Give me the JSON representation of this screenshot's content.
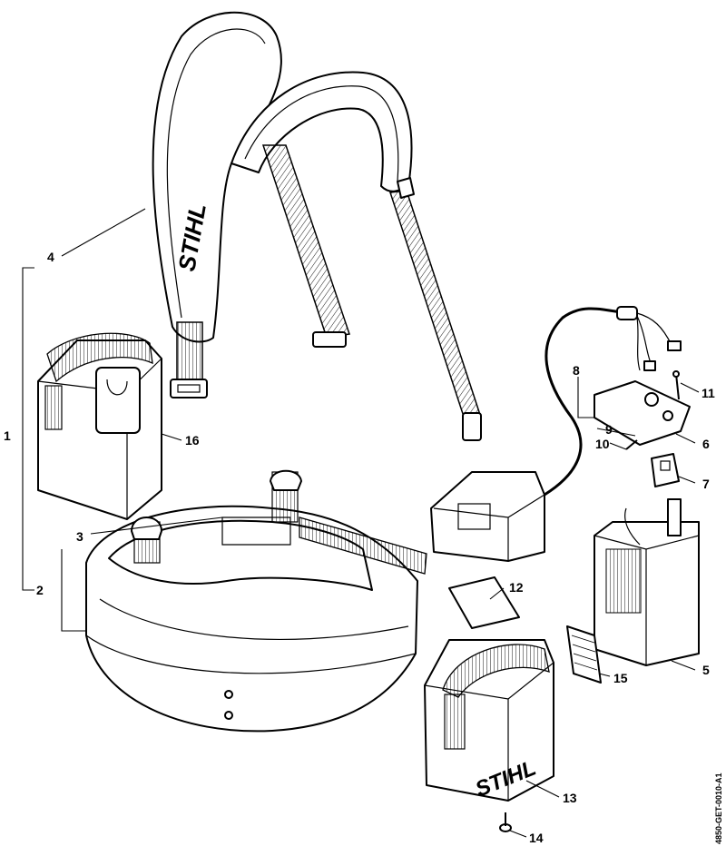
{
  "diagram": {
    "document_id": "4850-GET-0010-A1",
    "brand_mark": "STIHL",
    "callouts": [
      {
        "id": "c1",
        "text": "1"
      },
      {
        "id": "c2",
        "text": "2"
      },
      {
        "id": "c3",
        "text": "3"
      },
      {
        "id": "c4",
        "text": "4"
      },
      {
        "id": "c5",
        "text": "5"
      },
      {
        "id": "c6",
        "text": "6"
      },
      {
        "id": "c7",
        "text": "7"
      },
      {
        "id": "c8",
        "text": "8"
      },
      {
        "id": "c9",
        "text": "9"
      },
      {
        "id": "c10",
        "text": "10"
      },
      {
        "id": "c11",
        "text": "11"
      },
      {
        "id": "c12",
        "text": "12"
      },
      {
        "id": "c13",
        "text": "13"
      },
      {
        "id": "c14",
        "text": "14"
      },
      {
        "id": "c15",
        "text": "15"
      },
      {
        "id": "c16",
        "text": "16"
      }
    ]
  }
}
